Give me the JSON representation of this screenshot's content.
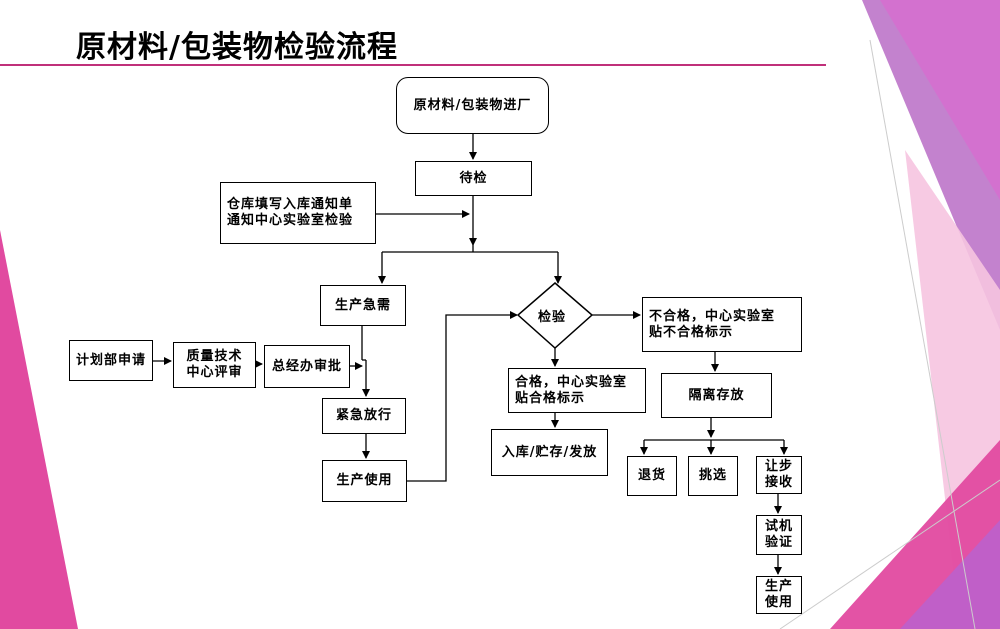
{
  "title": "原材料/包装物检验流程",
  "nodes": {
    "start": "原材料/包装物进厂",
    "pending": "待检",
    "warehouse_note": "仓库填写入库通知单\n通知中心实验室检验",
    "urgent": "生产急需",
    "plan": "计划部申请",
    "qa_review": "质量技术\n中心评审",
    "gm_approve": "总经办审批",
    "emergency_release": "紧急放行",
    "use_left": "生产使用",
    "inspect": "检验",
    "pass": "合格，中心实验室\n贴合格标示",
    "storage": "入库/贮存/发放",
    "fail": "不合格，中心实验室\n贴不合格标示",
    "isolate": "隔离存放",
    "return": "退货",
    "select": "挑选",
    "concession": "让步\n接收",
    "trial": "试机\n验证",
    "use_right": "生产\n使用"
  },
  "colors": {
    "accent": "#c0307a",
    "magenta": "#e0409a",
    "pink_light": "#f4b6d8",
    "purple": "#c060c8"
  }
}
